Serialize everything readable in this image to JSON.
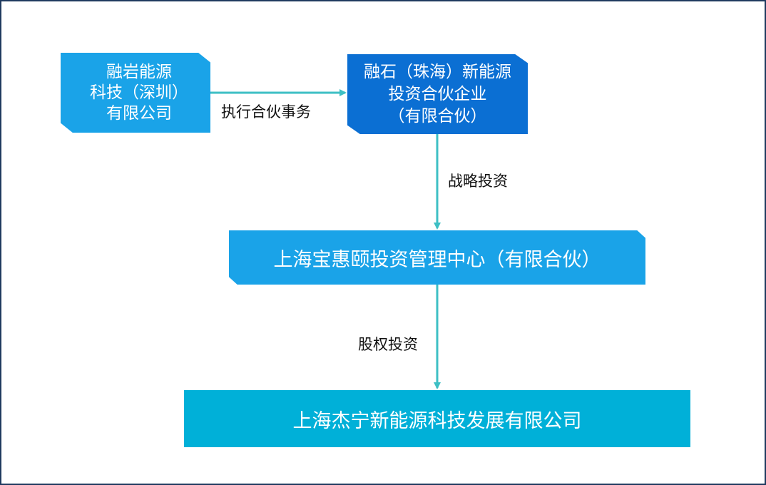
{
  "nodes": {
    "shenzhen": {
      "lines": [
        "融岩能源",
        "科技（深圳）",
        "有限公司"
      ]
    },
    "zhuhai": {
      "lines": [
        "融石（珠海）新能源",
        "投资合伙企业",
        "（有限合伙）"
      ]
    },
    "shanghai_bhy": {
      "label": "上海宝惠颐投资管理中心（有限合伙）"
    },
    "shanghai_jn": {
      "label": "上海杰宁新能源科技发展有限公司"
    }
  },
  "edges": {
    "exec": {
      "label": "执行合伙事务"
    },
    "strategic": {
      "label": "战略投资"
    },
    "equity": {
      "label": "股权投资"
    }
  },
  "colors": {
    "light_blue": "#1aa3e8",
    "dark_blue": "#0b6fd3",
    "cyan": "#00b0d8",
    "arrow": "#3dbfc4"
  }
}
